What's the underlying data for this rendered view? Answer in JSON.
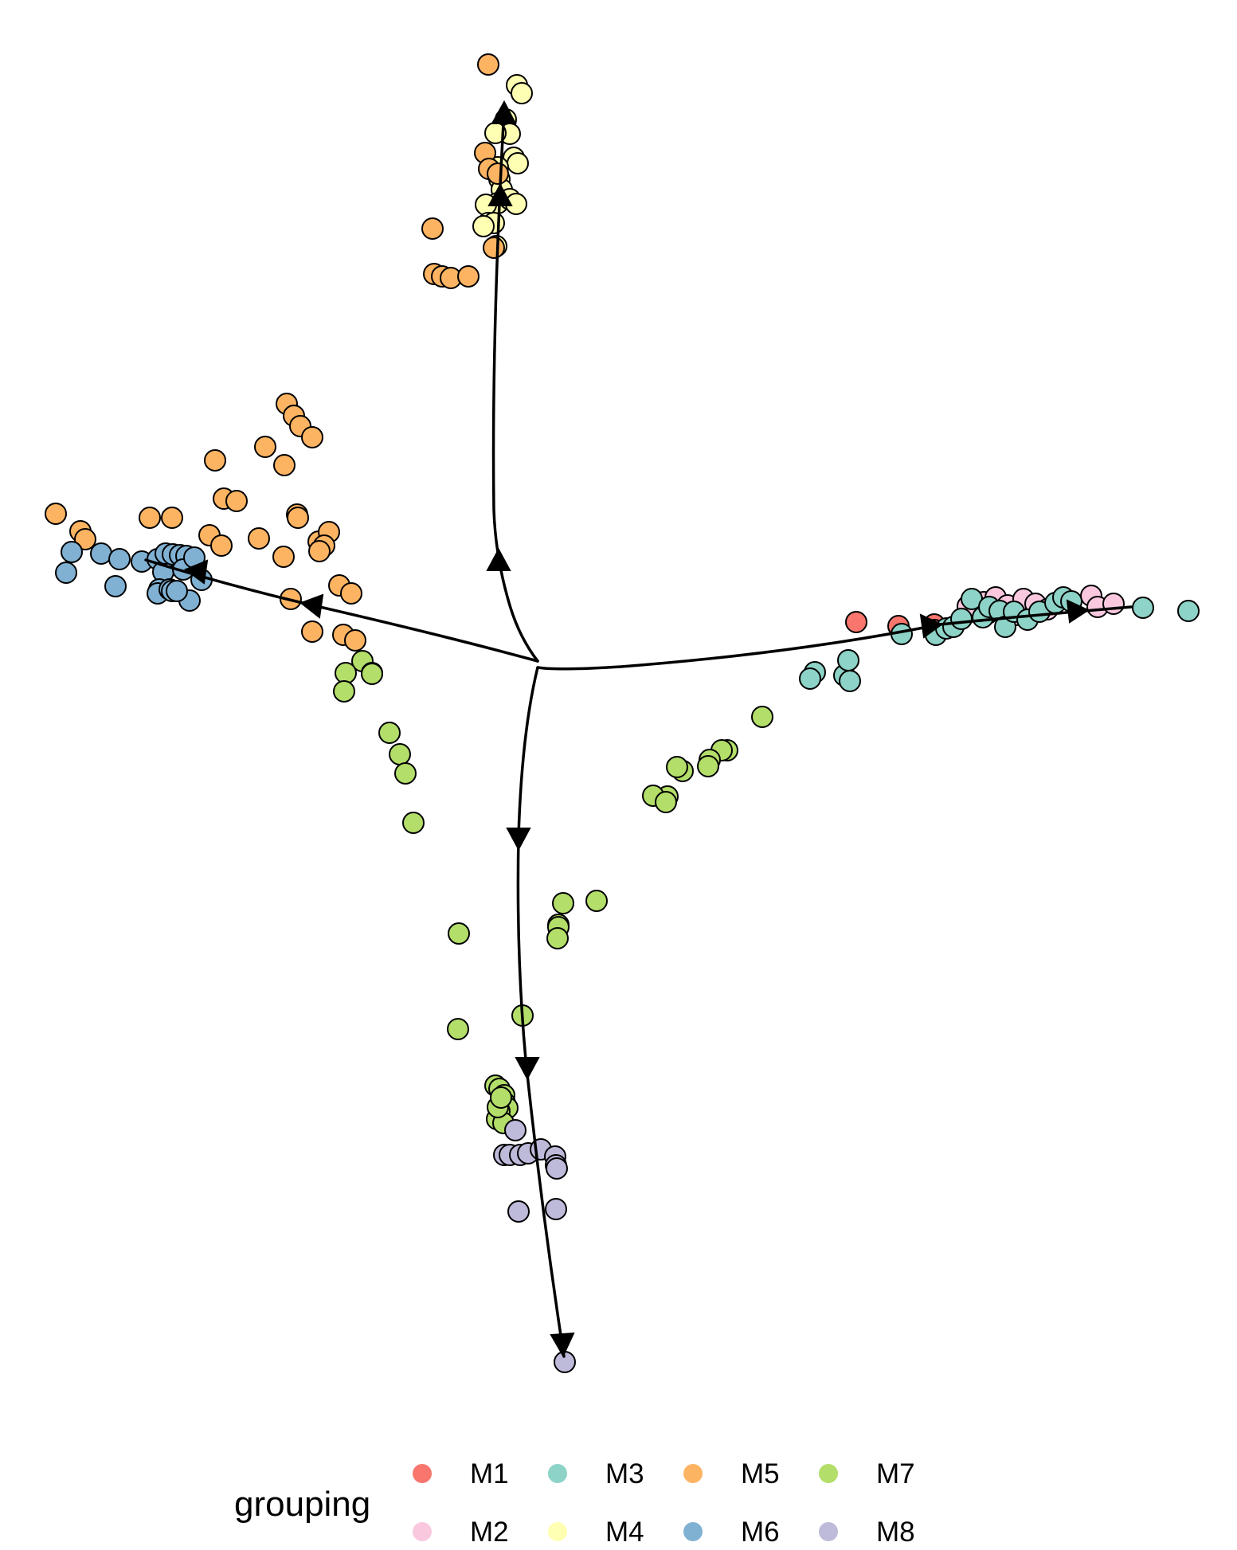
{
  "chart_data": {
    "type": "scatter",
    "title": "",
    "xlabel": "",
    "ylabel": "",
    "grid": false,
    "axes": false,
    "legend": {
      "title": "grouping",
      "placement": "bottom",
      "entries": [
        {
          "label": "M1",
          "color": "#F8766D"
        },
        {
          "label": "M2",
          "color": "#F9C8DF"
        },
        {
          "label": "M3",
          "color": "#8DD3C7"
        },
        {
          "label": "M4",
          "color": "#FFFFB3"
        },
        {
          "label": "M5",
          "color": "#FDB462"
        },
        {
          "label": "M6",
          "color": "#80B1D3"
        },
        {
          "label": "M7",
          "color": "#B3DE69"
        },
        {
          "label": "M8",
          "color": "#BEBADA"
        }
      ]
    },
    "series": [
      {
        "name": "M1",
        "points": [
          [
            1075,
            781
          ],
          [
            1128,
            786
          ],
          [
            1173,
            784
          ],
          [
            1173,
            791
          ]
        ]
      },
      {
        "name": "M2",
        "points": [
          [
            1215,
            761
          ],
          [
            1235,
            756
          ],
          [
            1250,
            750
          ],
          [
            1265,
            760
          ],
          [
            1285,
            752
          ],
          [
            1300,
            758
          ],
          [
            1315,
            765
          ],
          [
            1240,
            770
          ],
          [
            1275,
            772
          ],
          [
            1370,
            748
          ],
          [
            1378,
            762
          ],
          [
            1398,
            758
          ]
        ]
      },
      {
        "name": "M3",
        "points": [
          [
            1132,
            796
          ],
          [
            1175,
            797
          ],
          [
            1188,
            789
          ],
          [
            1197,
            787
          ],
          [
            1207,
            777
          ],
          [
            1220,
            752
          ],
          [
            1234,
            775
          ],
          [
            1242,
            762
          ],
          [
            1255,
            767
          ],
          [
            1262,
            787
          ],
          [
            1273,
            768
          ],
          [
            1290,
            778
          ],
          [
            1305,
            768
          ],
          [
            1325,
            757
          ],
          [
            1335,
            750
          ],
          [
            1345,
            755
          ],
          [
            1435,
            763
          ],
          [
            1492,
            767
          ],
          [
            1060,
            848
          ],
          [
            1023,
            844
          ],
          [
            1017,
            852
          ],
          [
            1065,
            829
          ],
          [
            1067,
            855
          ]
        ]
      },
      {
        "name": "M4",
        "points": [
          [
            649,
            107
          ],
          [
            655,
            117
          ],
          [
            635,
            150
          ],
          [
            640,
            168
          ],
          [
            622,
            167
          ],
          [
            645,
            198
          ],
          [
            650,
            205
          ],
          [
            625,
            210
          ],
          [
            627,
            225
          ],
          [
            630,
            238
          ],
          [
            625,
            255
          ],
          [
            610,
            257
          ],
          [
            613,
            280
          ],
          [
            640,
            250
          ],
          [
            648,
            256
          ],
          [
            620,
            280
          ],
          [
            607,
            284
          ],
          [
            623,
            309
          ]
        ]
      },
      {
        "name": "M5",
        "points": [
          [
            613,
            81
          ],
          [
            609,
            192
          ],
          [
            614,
            212
          ],
          [
            625,
            218
          ],
          [
            543,
            287
          ],
          [
            620,
            311
          ],
          [
            545,
            344
          ],
          [
            555,
            347
          ],
          [
            566,
            349
          ],
          [
            588,
            347
          ],
          [
            360,
            507
          ],
          [
            369,
            522
          ],
          [
            377,
            535
          ],
          [
            392,
            549
          ],
          [
            333,
            561
          ],
          [
            357,
            584
          ],
          [
            270,
            578
          ],
          [
            281,
            626
          ],
          [
            297,
            629
          ],
          [
            373,
            646
          ],
          [
            374,
            650
          ],
          [
            400,
            680
          ],
          [
            70,
            645
          ],
          [
            101,
            667
          ],
          [
            107,
            677
          ],
          [
            188,
            650
          ],
          [
            216,
            650
          ],
          [
            263,
            672
          ],
          [
            278,
            685
          ],
          [
            325,
            676
          ],
          [
            356,
            699
          ],
          [
            413,
            668
          ],
          [
            407,
            685
          ],
          [
            401,
            692
          ],
          [
            426,
            735
          ],
          [
            441,
            745
          ],
          [
            365,
            752
          ],
          [
            392,
            793
          ],
          [
            431,
            797
          ],
          [
            446,
            804
          ]
        ]
      },
      {
        "name": "M6",
        "points": [
          [
            90,
            693
          ],
          [
            83,
            719
          ],
          [
            127,
            695
          ],
          [
            150,
            702
          ],
          [
            145,
            736
          ],
          [
            178,
            705
          ],
          [
            198,
            702
          ],
          [
            205,
            718
          ],
          [
            208,
            695
          ],
          [
            217,
            696
          ],
          [
            226,
            697
          ],
          [
            234,
            698
          ],
          [
            200,
            740
          ],
          [
            198,
            745
          ],
          [
            213,
            740
          ],
          [
            216,
            742
          ],
          [
            238,
            754
          ],
          [
            222,
            742
          ],
          [
            230,
            715
          ],
          [
            244,
            700
          ],
          [
            253,
            728
          ]
        ]
      },
      {
        "name": "M7",
        "points": [
          [
            455,
            830
          ],
          [
            467,
            845
          ],
          [
            434,
            845
          ],
          [
            467,
            846
          ],
          [
            432,
            868
          ],
          [
            489,
            920
          ],
          [
            502,
            947
          ],
          [
            509,
            971
          ],
          [
            519,
            1033
          ],
          [
            957,
            900
          ],
          [
            913,
            942
          ],
          [
            906,
            942
          ],
          [
            891,
            954
          ],
          [
            889,
            962
          ],
          [
            857,
            968
          ],
          [
            850,
            963
          ],
          [
            838,
            1000
          ],
          [
            820,
            999
          ],
          [
            836,
            1007
          ],
          [
            707,
            1134
          ],
          [
            749,
            1131
          ],
          [
            701,
            1161
          ],
          [
            701,
            1164
          ],
          [
            700,
            1178
          ],
          [
            576,
            1172
          ],
          [
            575,
            1292
          ],
          [
            656,
            1275
          ],
          [
            622,
            1363
          ],
          [
            627,
            1367
          ],
          [
            633,
            1375
          ],
          [
            634,
            1385
          ],
          [
            637,
            1391
          ],
          [
            627,
            1395
          ],
          [
            624,
            1405
          ],
          [
            632,
            1410
          ],
          [
            625,
            1390
          ],
          [
            629,
            1378
          ]
        ]
      },
      {
        "name": "M8",
        "points": [
          [
            647,
            1419
          ],
          [
            633,
            1450
          ],
          [
            640,
            1450
          ],
          [
            653,
            1450
          ],
          [
            663,
            1448
          ],
          [
            679,
            1443
          ],
          [
            697,
            1452
          ],
          [
            698,
            1463
          ],
          [
            699,
            1467
          ],
          [
            651,
            1521
          ],
          [
            698,
            1518
          ],
          [
            709,
            1710
          ]
        ]
      }
    ]
  }
}
